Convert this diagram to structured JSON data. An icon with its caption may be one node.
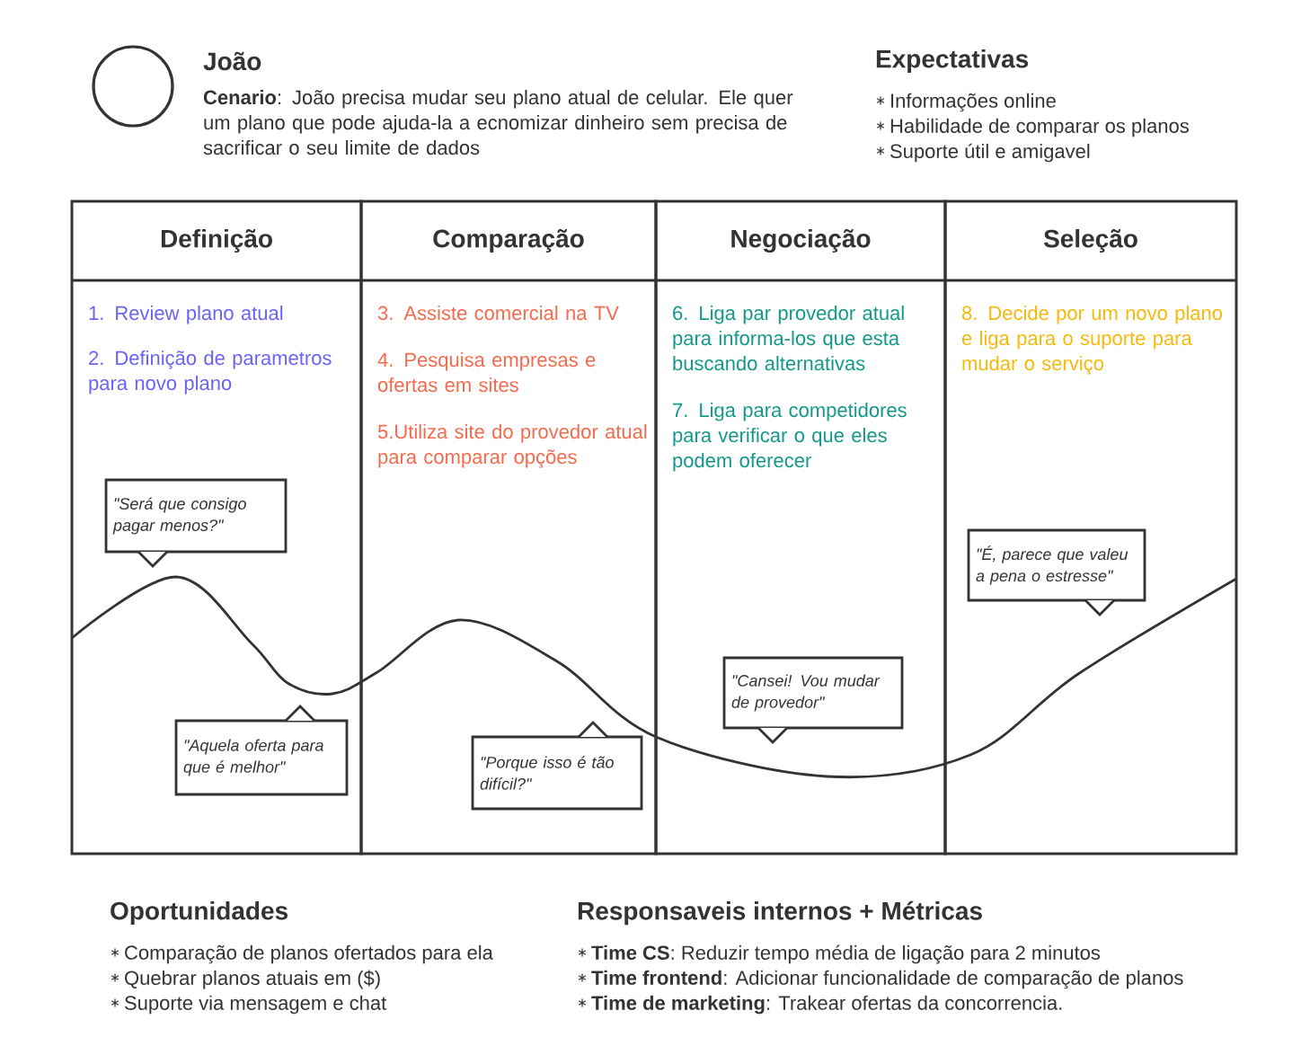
{
  "diagram": {
    "nodes": [
      {
        "text": [
          "Definição",
          "1. Review plano atual",
          "2. Definição de parametros para novo plano"
        ]
      },
      {
        "text": [
          "Comparação",
          "3. Assiste comercial na TV",
          "4. Pesquisa empresas e ofertas em sites",
          "5.Utiliza site do provedor atual para comparar opções"
        ]
      },
      {
        "text": [
          "Negociação",
          "6. Liga par provedor atual para informa-los que esta buscando alternativas",
          "7. Liga para competidores para verificar o que eles podem oferecer"
        ]
      },
      {
        "text": [
          "Seleção",
          "8. Decide por um novo plano e liga para o suporte para mudar o serviço"
        ]
      },
      {
        "text": [
          "\"Será que consigo pagar menos?\""
        ],
        "in": 0
      },
      {
        "text": [
          "\"Aquela oferta para que é melhor\""
        ],
        "in": 0
      },
      {
        "text": [
          "\"Porque isso é tão difícil?\""
        ],
        "in": 1
      },
      {
        "text": [
          "\"Cansei! Vou mudar de provedor\""
        ],
        "in": 2
      },
      {
        "text": [
          "\"É, parece que valeu a pena o estresse\""
        ],
        "in": 3
      }
    ],
    "labels": [
      "João",
      "**Cenario**: João precisa mudar seu plano atual de celular. Ele quer um plano que pode ajuda-la a ecnomizar dinheiro sem precisa de sacrificar o seu limite de dados",
      "Expectativas",
      "Informações online",
      "Habilidade de comparar os planos",
      "Suporte útil e amigavel",
      "Oportunidades",
      "Comparação de planos ofertados para ela",
      "Quebrar planos atuais em ($)",
      "Suporte via mensagem e chat",
      "Responsaveis internos + Métricas",
      "**Time CS**: Reduzir tempo média de ligação para 2 minutos",
      "**Time frontend**: Adicionar funcionalidade de comparação de planos",
      "**Time de marketing**: Trakear ofertas da concorrencia."
    ]
  }
}
